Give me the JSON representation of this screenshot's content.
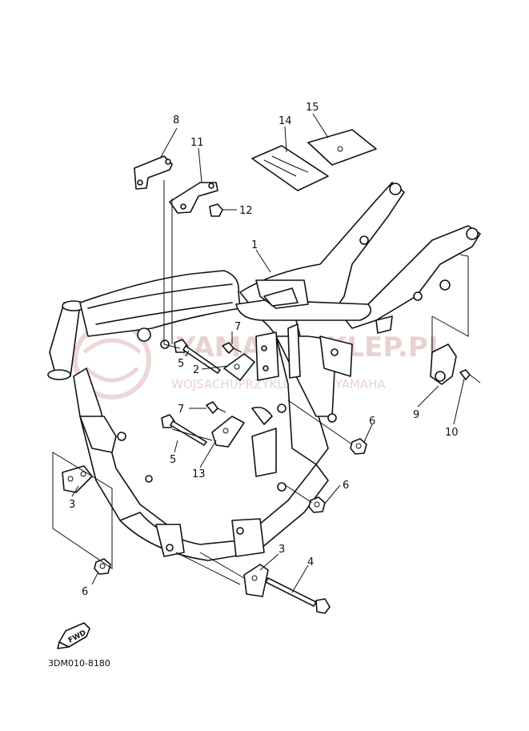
{
  "watermark": {
    "brand": "YAMAHASKLEP.PL",
    "subtitle": "WOJSACHUPRZYKLUBIEJAR YAMAHA"
  },
  "callouts": [
    {
      "id": "c1",
      "text": "1"
    },
    {
      "id": "c2",
      "text": "2"
    },
    {
      "id": "c3a",
      "text": "3"
    },
    {
      "id": "c3b",
      "text": "3"
    },
    {
      "id": "c4",
      "text": "4"
    },
    {
      "id": "c5a",
      "text": "5"
    },
    {
      "id": "c5b",
      "text": "5"
    },
    {
      "id": "c6a",
      "text": "6"
    },
    {
      "id": "c6b",
      "text": "6"
    },
    {
      "id": "c6c",
      "text": "6"
    },
    {
      "id": "c7a",
      "text": "7"
    },
    {
      "id": "c7b",
      "text": "7"
    },
    {
      "id": "c8",
      "text": "8"
    },
    {
      "id": "c9",
      "text": "9"
    },
    {
      "id": "c10",
      "text": "10"
    },
    {
      "id": "c11",
      "text": "11"
    },
    {
      "id": "c12",
      "text": "12"
    },
    {
      "id": "c13",
      "text": "13"
    },
    {
      "id": "c14",
      "text": "14"
    },
    {
      "id": "c15",
      "text": "15"
    }
  ],
  "fwd_label": "FWD",
  "part_code": "3DM010-8180",
  "colors": {
    "line": "#111111",
    "watermark": "#e7c9c9"
  }
}
